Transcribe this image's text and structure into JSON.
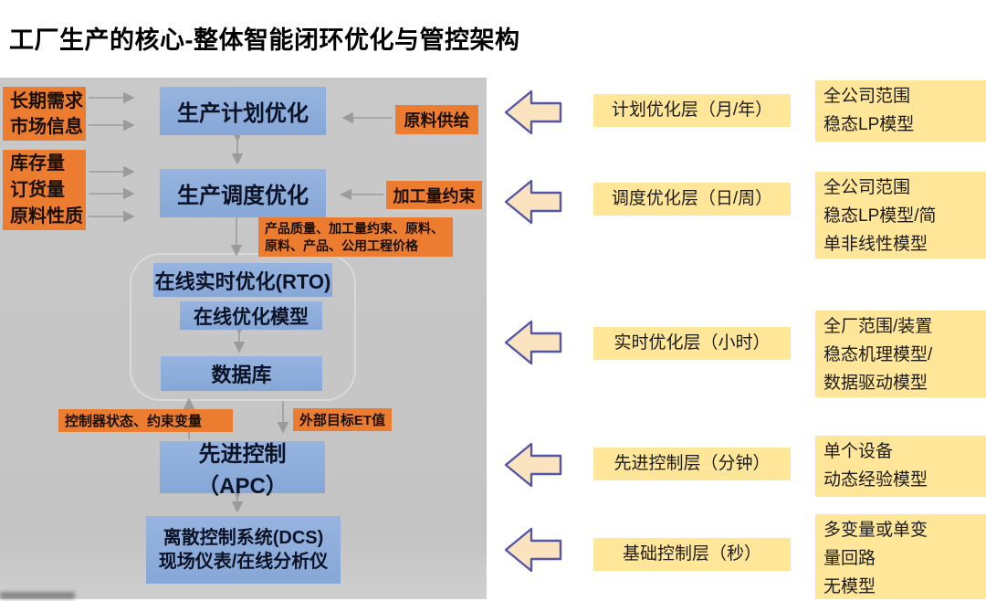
{
  "title": "工厂生产的核心-整体智能闭环优化与管控架构",
  "flow": {
    "inputs": {
      "demand": "长期需求\n市场信息",
      "inventory": "库存量\n订货量\n原料性质"
    },
    "levels": {
      "plan": "生产计划优化",
      "schedule": "生产调度优化",
      "rto": "在线实时优化(RTO)",
      "rto_model": "在线优化模型",
      "database": "数据库",
      "apc": "先进控制（APC）",
      "dcs": "离散控制系统(DCS)\n现场仪表/在线分析仪"
    },
    "annotations": {
      "supply": "原料供给",
      "throughput_constraint": "加工量约束",
      "prices": "产品质量、加工量约束、原料、\n原料、产品、公用工程价格",
      "controller_state": "控制器状态、约束变量",
      "external_target": "外部目标ET值"
    }
  },
  "layers": [
    {
      "label": "计划优化层（月/年）",
      "scope": "全公司范围\n稳态LP模型"
    },
    {
      "label": "调度优化层（日/周）",
      "scope": "全公司范围\n稳态LP模型/简\n单非线性模型"
    },
    {
      "label": "实时优化层（小时）",
      "scope": "全厂范围/装置\n稳态机理模型/\n数据驱动模型"
    },
    {
      "label": "先进控制层（分钟）",
      "scope": "单个设备\n动态经验模型"
    },
    {
      "label": "基础控制层（秒）",
      "scope": "多变量或单变\n量回路\n无模型"
    }
  ],
  "colors": {
    "orange": "#EC7C2F",
    "blue": "#8EAEDB",
    "yellow": "#FFE699",
    "arrow_fill": "#FBE3C0",
    "arrow_border": "#5456A6",
    "panel_gray": "#C6C6C6",
    "connector_gray": "#999999"
  }
}
